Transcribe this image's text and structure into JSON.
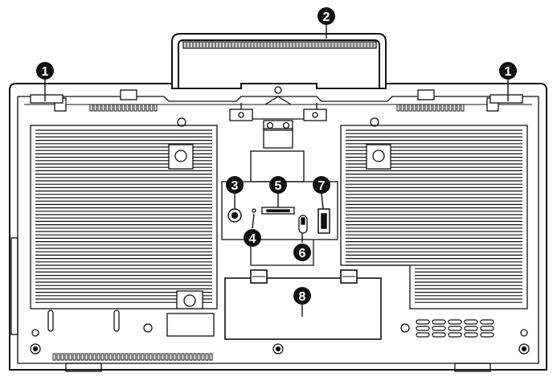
{
  "diagram": {
    "colors": {
      "line": "#111111",
      "background": "#ffffff",
      "callout_fill": "#111111",
      "callout_text": "#ffffff"
    },
    "callouts": [
      {
        "id": "c1a",
        "label": "1"
      },
      {
        "id": "c1b",
        "label": "1"
      },
      {
        "id": "c2",
        "label": "2"
      },
      {
        "id": "c3",
        "label": "3"
      },
      {
        "id": "c4",
        "label": "4"
      },
      {
        "id": "c5",
        "label": "5"
      },
      {
        "id": "c6",
        "label": "6"
      },
      {
        "id": "c7",
        "label": "7"
      },
      {
        "id": "c8",
        "label": "8"
      }
    ]
  }
}
